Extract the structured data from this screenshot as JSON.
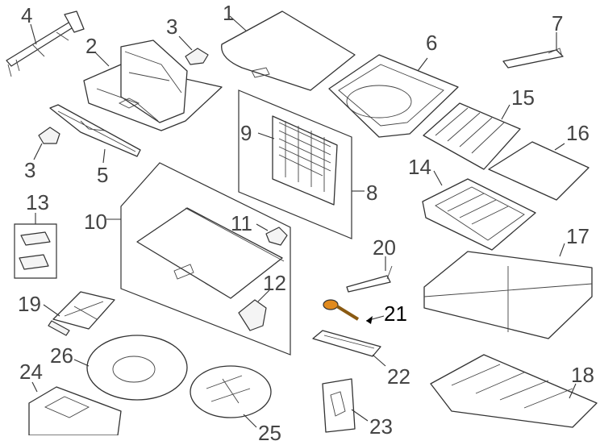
{
  "diagram": {
    "callouts": [
      {
        "id": "c1",
        "label": "1"
      },
      {
        "id": "c2",
        "label": "2"
      },
      {
        "id": "c3a",
        "label": "3"
      },
      {
        "id": "c3b",
        "label": "3"
      },
      {
        "id": "c4",
        "label": "4"
      },
      {
        "id": "c5",
        "label": "5"
      },
      {
        "id": "c6",
        "label": "6"
      },
      {
        "id": "c7",
        "label": "7"
      },
      {
        "id": "c8",
        "label": "8"
      },
      {
        "id": "c9",
        "label": "9"
      },
      {
        "id": "c10",
        "label": "10"
      },
      {
        "id": "c11",
        "label": "11"
      },
      {
        "id": "c12",
        "label": "12"
      },
      {
        "id": "c13",
        "label": "13"
      },
      {
        "id": "c14",
        "label": "14"
      },
      {
        "id": "c15",
        "label": "15"
      },
      {
        "id": "c16",
        "label": "16"
      },
      {
        "id": "c17",
        "label": "17"
      },
      {
        "id": "c18",
        "label": "18"
      },
      {
        "id": "c19",
        "label": "19"
      },
      {
        "id": "c20",
        "label": "20"
      },
      {
        "id": "c21",
        "label": "21"
      },
      {
        "id": "c22",
        "label": "22"
      },
      {
        "id": "c23",
        "label": "23"
      },
      {
        "id": "c24",
        "label": "24"
      },
      {
        "id": "c25",
        "label": "25"
      },
      {
        "id": "c26",
        "label": "26"
      }
    ],
    "highlighted_part": "21",
    "colors": {
      "line": "#333333",
      "label": "#444444",
      "highlight_label": "#000000",
      "accent": "#e08a1e"
    }
  }
}
